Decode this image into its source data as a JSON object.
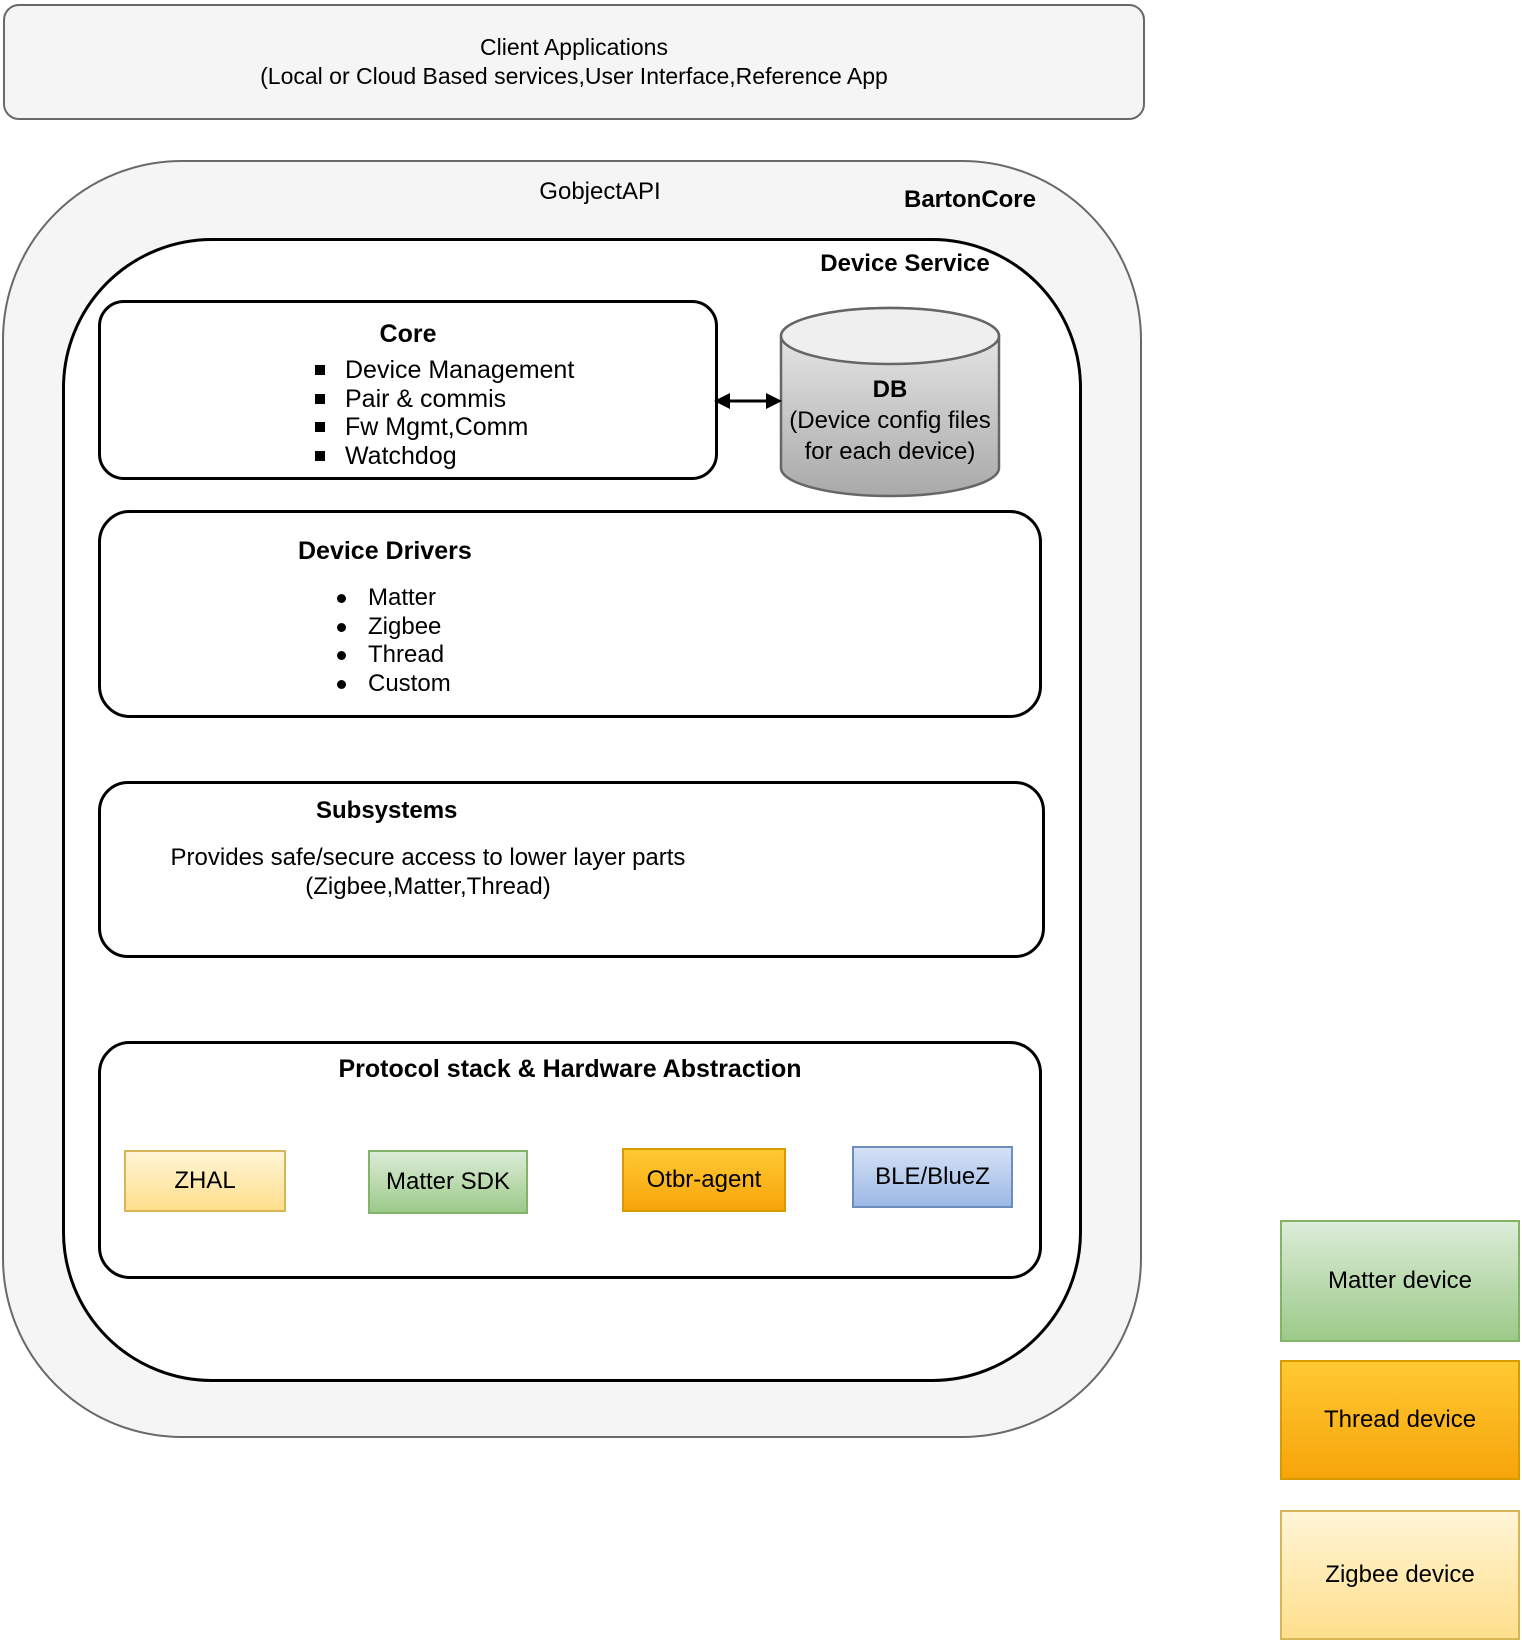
{
  "client_box": {
    "line1": "Client Applications",
    "line2": "(Local or Cloud Based services,User Interface,Reference App"
  },
  "barton_core": {
    "api_label": "GobjectAPI",
    "title": "BartonCore"
  },
  "device_service": {
    "title": "Device Service",
    "core": {
      "title": "Core",
      "items": [
        "Device Management",
        "Pair & commis",
        "Fw Mgmt,Comm",
        "Watchdog"
      ]
    },
    "db": {
      "title": "DB",
      "line2": "(Device config files",
      "line3": "for each device)"
    },
    "device_drivers": {
      "title": "Device Drivers",
      "items": [
        "Matter",
        "Zigbee",
        "Thread",
        "Custom"
      ]
    },
    "subsystems": {
      "title": "Subsystems",
      "line1": "Provides safe/secure access to lower layer parts",
      "line2": "(Zigbee,Matter,Thread)"
    },
    "protocol": {
      "title": "Protocol stack & Hardware Abstraction",
      "components": [
        "ZHAL",
        "Matter SDK",
        "Otbr-agent",
        "BLE/BlueZ"
      ]
    }
  },
  "external_devices": [
    "Matter device",
    "Thread device",
    "Zigbee device"
  ],
  "colors": {
    "panel_fill": "#f5f5f5",
    "panel_border": "#696969",
    "box_border": "#000000",
    "yellow_fill_top": "#fff5d6",
    "yellow_fill_bottom": "#ffdf8c",
    "yellow_border": "#d6b656",
    "green_fill_top": "#dcecd8",
    "green_fill_bottom": "#9cca89",
    "green_border": "#82b366",
    "orange_fill_top": "#ffc933",
    "orange_fill_bottom": "#f7a50a",
    "orange_border": "#d79b00",
    "blue_fill_top": "#d4e1f5",
    "blue_fill_bottom": "#9db9e6",
    "blue_border": "#6c8ebf",
    "db_fill_top": "#eeeeee",
    "db_fill_bottom": "#a9a9a9",
    "db_border": "#666666"
  }
}
